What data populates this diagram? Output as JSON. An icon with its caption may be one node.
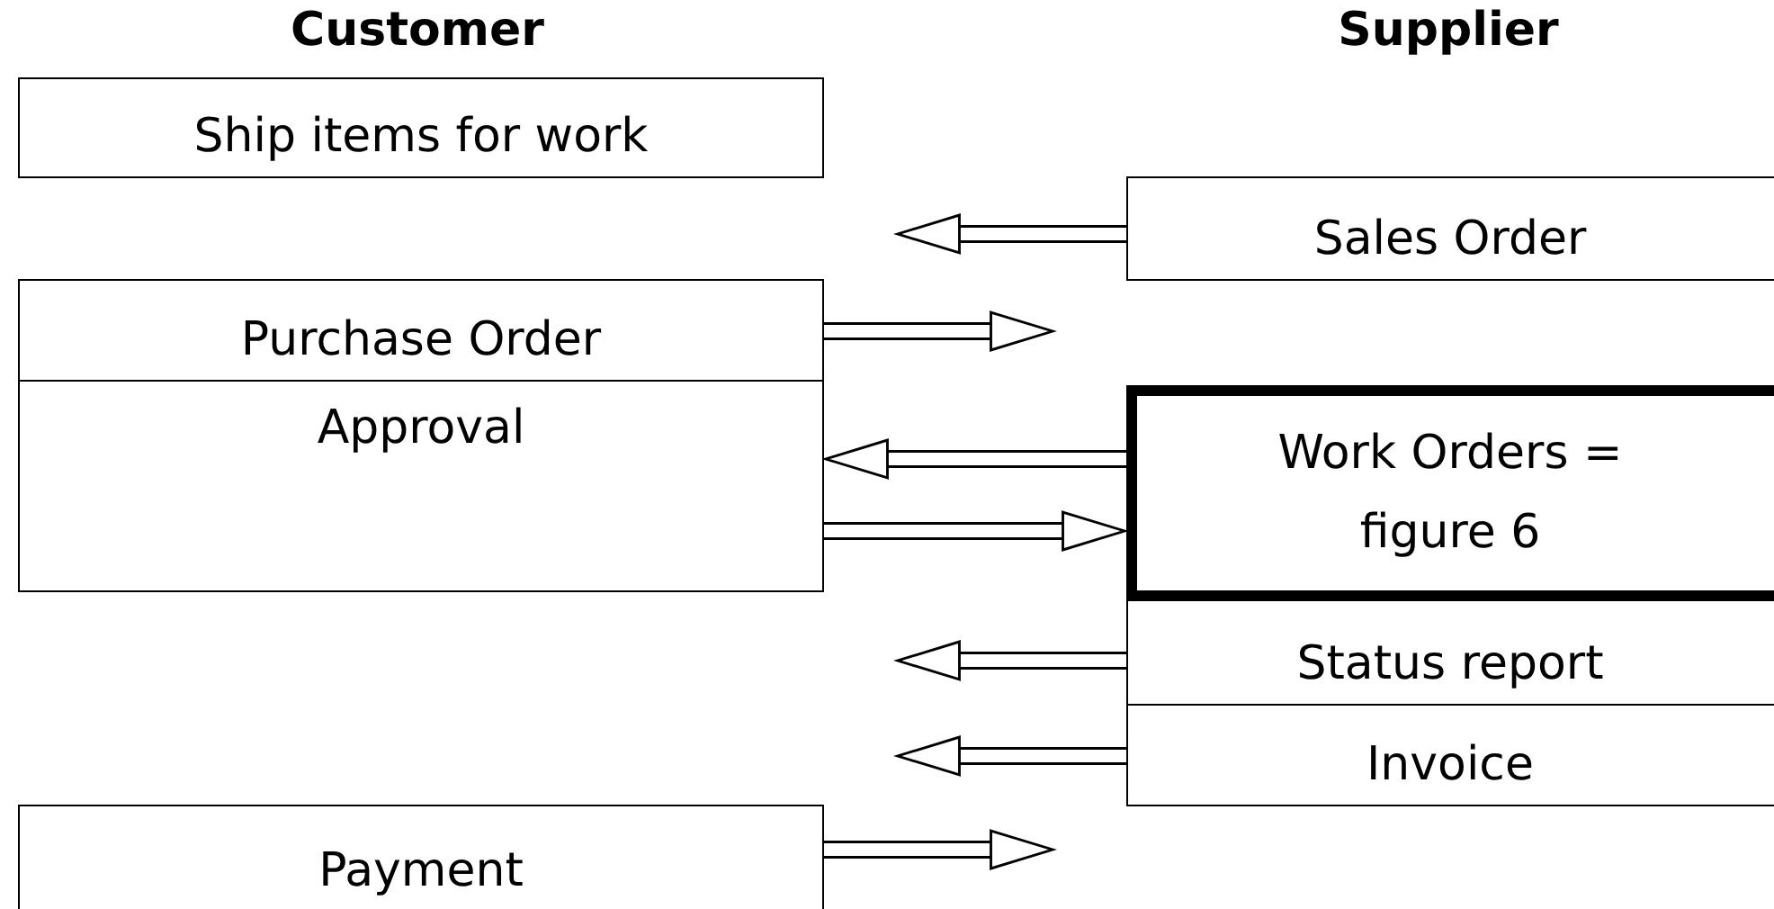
{
  "diagram": {
    "nodes": [
      {
        "text": [
          "Ship items for work"
        ]
      },
      {
        "text": [
          "Sales Order"
        ]
      },
      {
        "text": [
          "Purchase Order"
        ]
      },
      {
        "text": [
          "Approval"
        ]
      },
      {
        "text": [
          "Work Orders = figure 6"
        ]
      },
      {
        "text": [
          "Status report"
        ]
      },
      {
        "text": [
          "Invoice"
        ]
      },
      {
        "text": [
          "Payment"
        ]
      }
    ],
    "edges": [
      {
        "from": 1,
        "to": null,
        "arrow": "to"
      },
      {
        "from": 2,
        "to": null,
        "arrow": "to"
      },
      {
        "from": 4,
        "to": 3,
        "arrow": "to"
      },
      {
        "from": 3,
        "to": 4,
        "arrow": "to"
      },
      {
        "from": 5,
        "to": null,
        "arrow": "to"
      },
      {
        "from": 6,
        "to": null,
        "arrow": "to"
      },
      {
        "from": 7,
        "to": null,
        "arrow": "to"
      }
    ],
    "labels": [
      "Customer",
      "Supplier"
    ]
  }
}
